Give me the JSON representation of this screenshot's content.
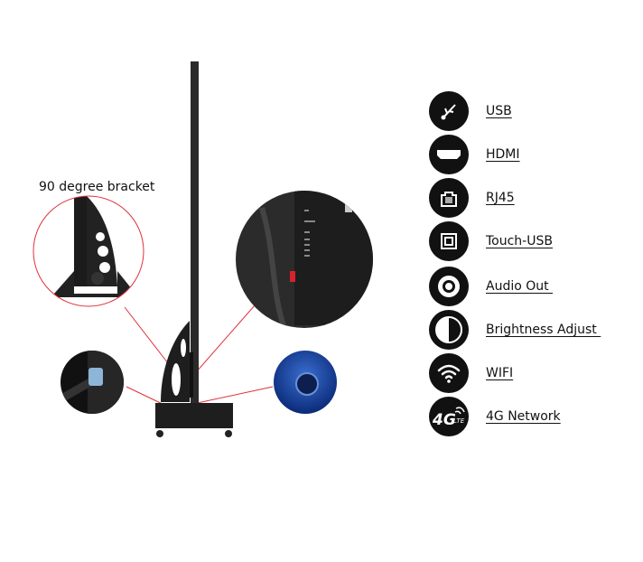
{
  "bracket_caption": "90 degree bracket",
  "features": [
    {
      "icon": "usb-icon",
      "label": "USB"
    },
    {
      "icon": "hdmi-icon",
      "label": "HDMI"
    },
    {
      "icon": "rj45-icon",
      "label": "RJ45"
    },
    {
      "icon": "touch-usb-icon",
      "label": "Touch-USB"
    },
    {
      "icon": "audio-out-icon",
      "label": "Audio Out "
    },
    {
      "icon": "brightness-icon",
      "label": "Brightness Adjust "
    },
    {
      "icon": "wifi-icon",
      "label": "WIFI"
    },
    {
      "icon": "4g-lte-icon",
      "label": "4G Network"
    }
  ],
  "lte_badge": "4G LTE",
  "colors": {
    "callout_line": "#e0303a",
    "stand": "#1e1e1e",
    "icon_bg": "#111111"
  }
}
